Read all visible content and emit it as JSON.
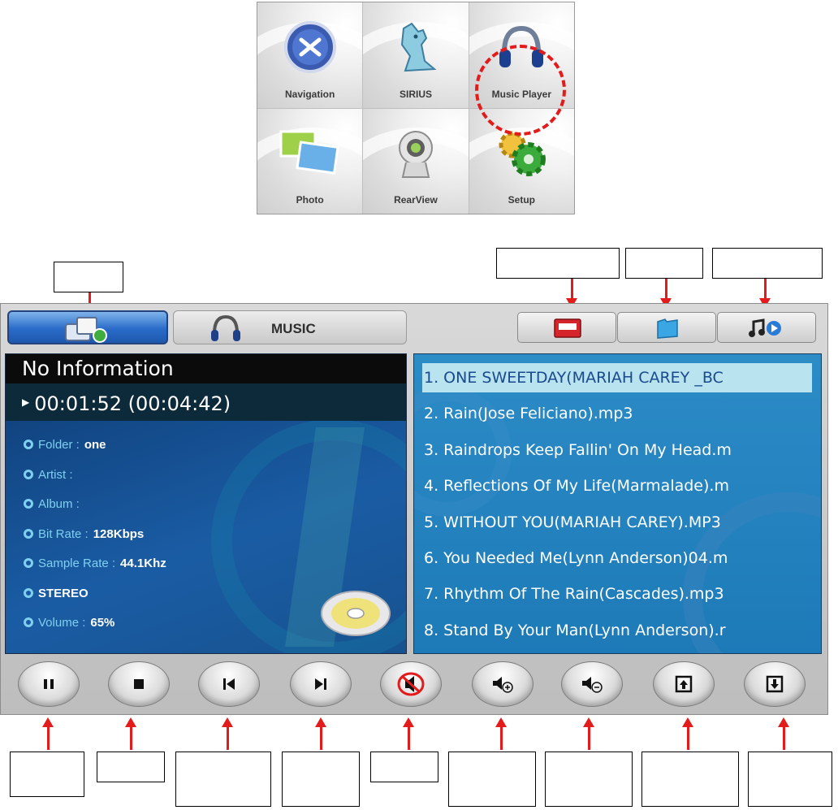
{
  "menu": {
    "tiles": [
      {
        "label": "Navigation",
        "icon": "navigation-icon"
      },
      {
        "label": "SIRIUS",
        "icon": "sirius-dog-icon"
      },
      {
        "label": "Music Player",
        "icon": "headphones-icon",
        "highlighted": true
      },
      {
        "label": "Photo",
        "icon": "photo-icon"
      },
      {
        "label": "RearView",
        "icon": "webcam-icon"
      },
      {
        "label": "Setup",
        "icon": "gears-icon"
      }
    ]
  },
  "player": {
    "tab_music": "MUSIC",
    "info": {
      "title": "No Information",
      "time": "00:01:52 (00:04:42)",
      "folder_label": "Folder :",
      "folder_value": "one",
      "artist_label": "Artist :",
      "album_label": "Album :",
      "bitrate_label": "Bit Rate :",
      "bitrate_value": "128Kbps",
      "samplerate_label": "Sample Rate :",
      "samplerate_value": "44.1Khz",
      "channel": "STEREO",
      "volume_label": "Volume :",
      "volume_value": "65%"
    },
    "tracks": [
      "1. ONE SWEETDAY(MARIAH CAREY _BC",
      "2. Rain(Jose Feliciano).mp3",
      "3. Raindrops Keep Fallin' On My Head.m",
      "4. Reflections Of My Life(Marmalade).m",
      "5. WITHOUT YOU(MARIAH CAREY).MP3",
      "6. You Needed Me(Lynn Anderson)04.m",
      "7. Rhythm Of The Rain(Cascades).mp3",
      "8. Stand By Your Man(Lynn Anderson).r"
    ],
    "selected_track_index": 0,
    "controls": [
      "pause-icon",
      "stop-icon",
      "previous-icon",
      "next-icon",
      "mute-icon",
      "volume-up-icon",
      "volume-down-icon",
      "page-up-icon",
      "page-down-icon"
    ]
  },
  "colors": {
    "accent_red": "#e31b1b",
    "panel_blue": "#1a5ca4",
    "list_blue": "#2c8cc6",
    "selected_row": "#b8e3ef"
  }
}
